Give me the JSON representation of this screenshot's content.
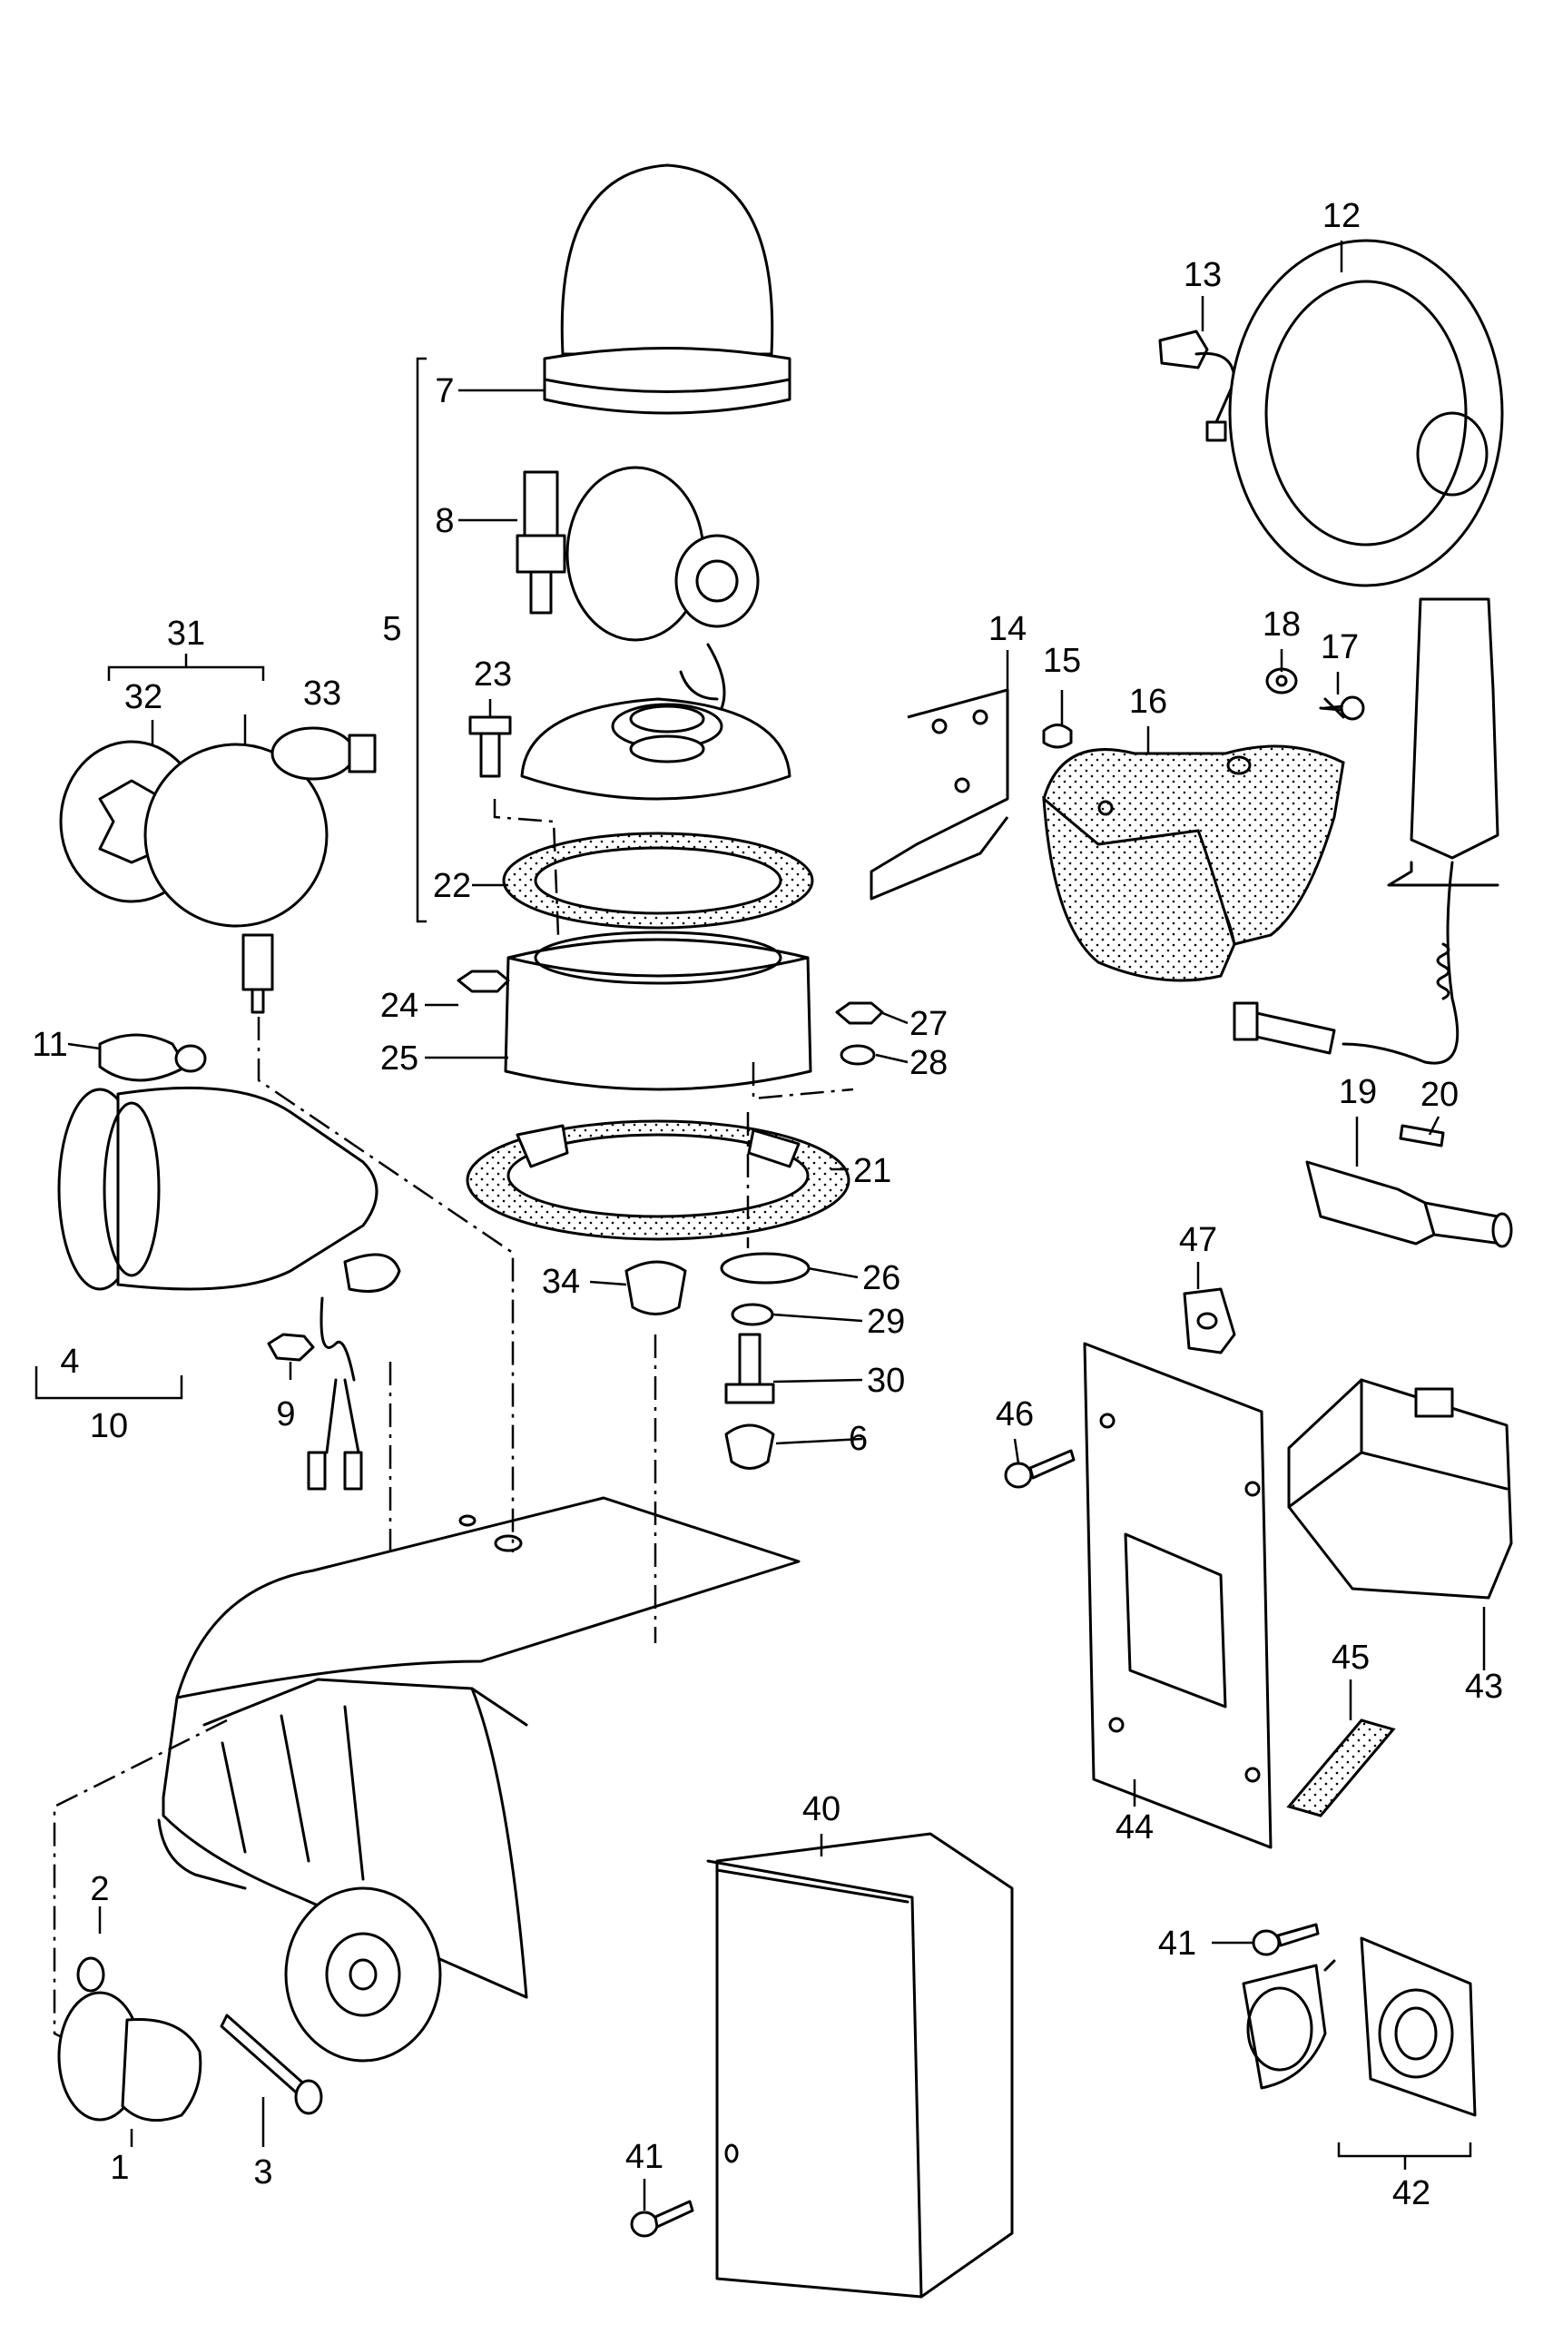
{
  "callouts": {
    "c1": "1",
    "c2": "2",
    "c3": "3",
    "c4": "4",
    "c5": "5",
    "c6": "6",
    "c7": "7",
    "c8": "8",
    "c9": "9",
    "c10": "10",
    "c11": "11",
    "c12": "12",
    "c13": "13",
    "c14": "14",
    "c15": "15",
    "c16": "16",
    "c17": "17",
    "c18": "18",
    "c19": "19",
    "c20": "20",
    "c21": "21",
    "c22": "22",
    "c23": "23",
    "c24": "24",
    "c25": "25",
    "c26": "26",
    "c27": "27",
    "c28": "28",
    "c29": "29",
    "c30": "30",
    "c31": "31",
    "c32": "32",
    "c33": "33",
    "c34": "34",
    "c40": "40",
    "c41a": "41",
    "c41b": "41",
    "c42": "42",
    "c43": "43",
    "c44": "44",
    "c45": "45",
    "c46": "46",
    "c47": "47"
  }
}
